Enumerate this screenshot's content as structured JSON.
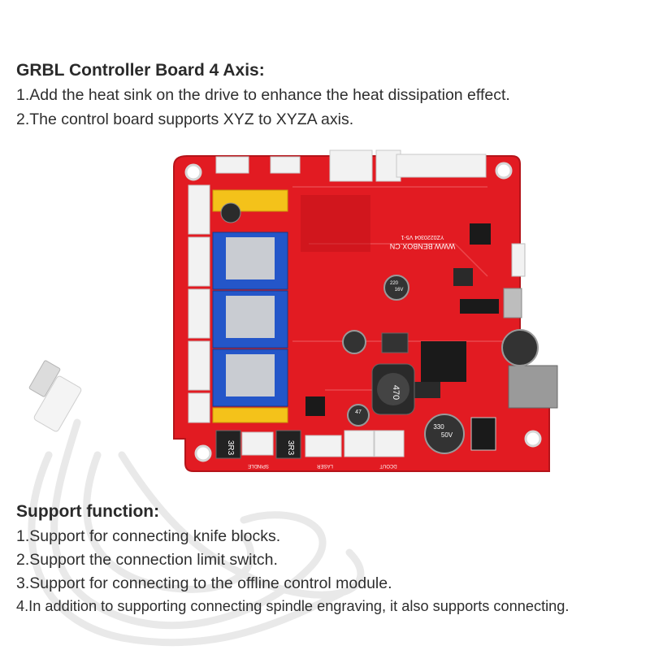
{
  "header": {
    "title": "GRBL Controller Board 4 Axis:",
    "lines": [
      "1.Add the heat sink on the drive to enhance the heat dissipation effect.",
      "2.The control board supports XYZ to XYZA axis."
    ]
  },
  "support": {
    "title": "Support function:",
    "lines": [
      "1.Support for connecting knife blocks.",
      "2.Support the connection limit switch.",
      "3.Support for connecting to the offline control module.",
      "4.In addition to supporting connecting spindle engraving, it also supports connecting."
    ]
  },
  "board": {
    "pcb_text": "WWW.BENBOX.CN",
    "revision": "YZ0220304 V5-1",
    "inductor_left": "3R3",
    "inductor_mid": "3R3",
    "inductor_big": "470",
    "cap_330": "330",
    "cap_50v": "50V",
    "cap_47": "47",
    "cap_220": "220",
    "cap_16v": "16V",
    "label_spindle": "SPINDLE",
    "label_laser": "LASER",
    "label_dcout": "DCOUT"
  },
  "colors": {
    "pcb": "#e21b22",
    "pcb_dark": "#b5141a",
    "driver": "#2456c9",
    "connector": "#f2f2f2",
    "yellow_header": "#f4c21a"
  }
}
